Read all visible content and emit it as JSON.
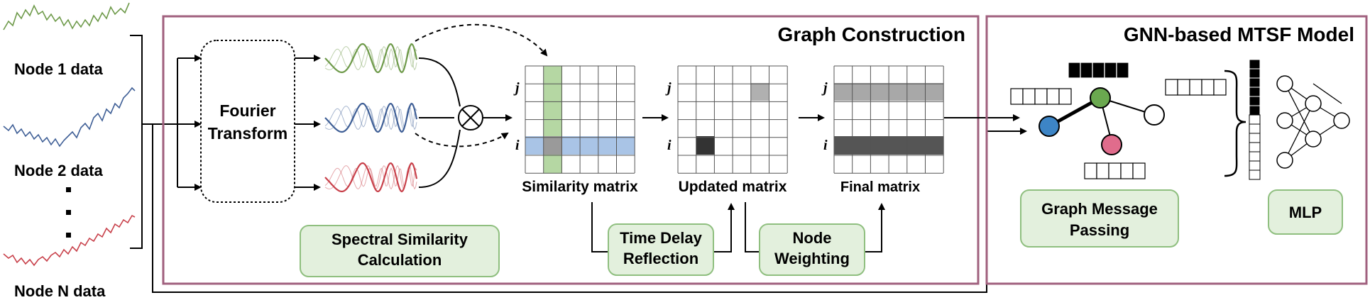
{
  "inputs": {
    "node1_label": "Node 1 data",
    "node2_label": "Node 2 data",
    "nodeN_label": "Node N data",
    "series_colors": [
      "#6e9a4a",
      "#3f5f96",
      "#c8404a"
    ]
  },
  "fourier": {
    "label_line1": "Fourier",
    "label_line2": "Transform"
  },
  "graph_construction": {
    "title": "Graph Construction",
    "spectral_label_line1": "Spectral Similarity",
    "spectral_label_line2": "Calculation",
    "similarity_matrix_label": "Similarity matrix",
    "updated_matrix_label": "Updated matrix",
    "final_matrix_label": "Final matrix",
    "time_delay_line1": "Time Delay",
    "time_delay_line2": "Reflection",
    "node_weighting_line1": "Node",
    "node_weighting_line2": "Weighting",
    "axis_j": "j",
    "axis_i": "i"
  },
  "gnn_model": {
    "title": "GNN-based MTSF Model",
    "message_passing_line1": "Graph Message",
    "message_passing_line2": "Passing",
    "mlp_label": "MLP",
    "node_colors": [
      "#6aa84f",
      "#3d85c6",
      "#e06c8c",
      "#ffffff"
    ]
  },
  "colors": {
    "frame_border": "#a0607e",
    "process_box_fill": "#e3f0dd",
    "process_box_stroke": "#8fbf7f",
    "green_column": "#b5d7a3",
    "blue_row": "#a9c4e6"
  }
}
